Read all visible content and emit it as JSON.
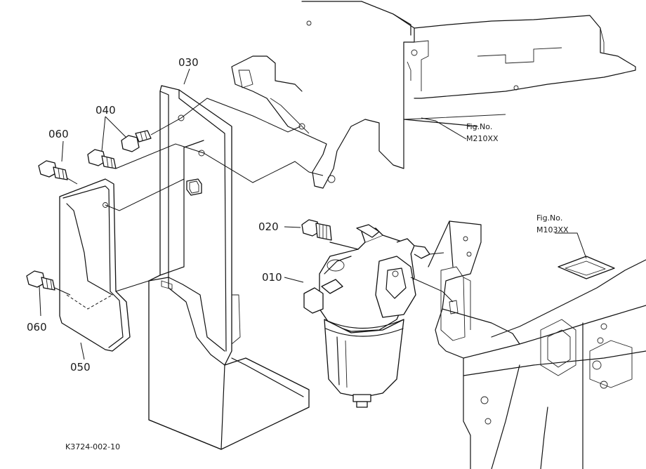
{
  "parts": {
    "p010": "010",
    "p020": "020",
    "p030": "030",
    "p040": "040",
    "p050": "050",
    "p060a": "060",
    "p060b": "060"
  },
  "references": {
    "ref1": {
      "caption": "Fig.No.",
      "number": "M210XX"
    },
    "ref2": {
      "caption": "Fig.No.",
      "number": "M103XX"
    }
  },
  "drawing_code": "K3724-002-10"
}
